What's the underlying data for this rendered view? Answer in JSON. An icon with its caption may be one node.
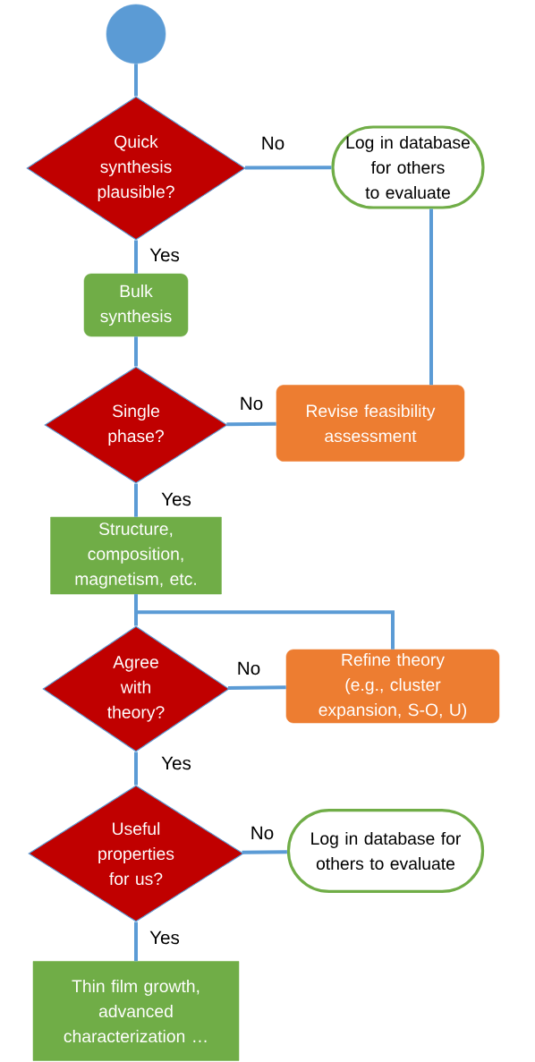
{
  "diagram": {
    "nodes": [
      {
        "text": [],
        "shape": "circle"
      },
      {
        "text": [
          "Quick synthesis plausible?"
        ]
      },
      {
        "text": [
          "Log in database for others to evaluate"
        ]
      },
      {
        "text": [
          "Bulk synthesis"
        ]
      },
      {
        "text": [
          "Single phase?"
        ]
      },
      {
        "text": [
          "Revise feasibility assessment"
        ]
      },
      {
        "text": [
          "Structure, composition, magnetism, etc."
        ]
      },
      {
        "text": [
          "Agree with theory?"
        ]
      },
      {
        "text": [
          "Refine theory (e.g., cluster expansion, S-O, U)"
        ]
      },
      {
        "text": [
          "Useful properties for us?"
        ]
      },
      {
        "text": [
          "Log in database for others to evaluate"
        ]
      },
      {
        "text": [
          "Thin film growth, advanced characterization …"
        ]
      }
    ],
    "edges": [
      {
        "from": 0,
        "to": 1,
        "arrow": "none"
      },
      {
        "from": 1,
        "to": 2,
        "arrow": "none",
        "label": "No"
      },
      {
        "from": 1,
        "to": 3,
        "arrow": "none",
        "label": "Yes"
      },
      {
        "from": 2,
        "to": 5,
        "arrow": "none"
      },
      {
        "from": 3,
        "to": 4,
        "arrow": "none"
      },
      {
        "from": 4,
        "to": 5,
        "arrow": "none",
        "label": "No"
      },
      {
        "from": 4,
        "to": 6,
        "arrow": "none",
        "label": "Yes"
      },
      {
        "from": 6,
        "to": 7,
        "arrow": "none"
      },
      {
        "from": 8,
        "to": 6,
        "arrow": "none"
      },
      {
        "from": 7,
        "to": 8,
        "arrow": "none",
        "label": "No"
      },
      {
        "from": 7,
        "to": 9,
        "arrow": "none",
        "label": "Yes"
      },
      {
        "from": 9,
        "to": 10,
        "arrow": "none",
        "label": "No"
      },
      {
        "from": 9,
        "to": 11,
        "arrow": "none",
        "label": "Yes"
      }
    ]
  }
}
